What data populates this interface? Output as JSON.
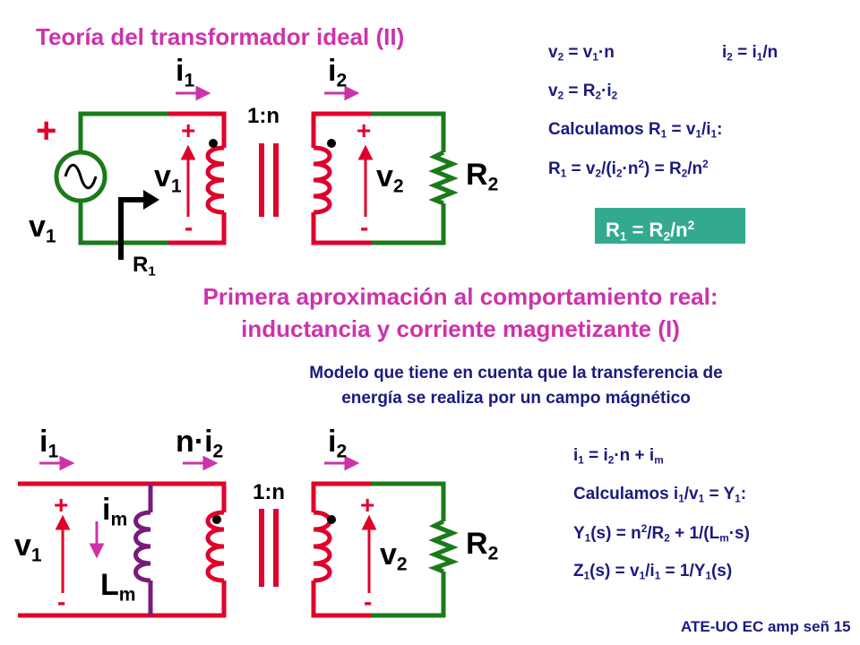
{
  "title": "Teoría del transformador ideal (II)",
  "top_equations": {
    "eq1_left": [
      "v",
      "2",
      " = v",
      "1",
      "·n"
    ],
    "eq1_right": [
      "i",
      "2",
      " = i",
      "1",
      "/n"
    ],
    "eq2": [
      "v",
      "2",
      " = R",
      "2",
      "·i",
      "2"
    ],
    "eq3": [
      "Calculamos R",
      "1",
      " = v",
      "1",
      "/i",
      "1",
      ":"
    ],
    "eq4": [
      "R",
      "1",
      " = v",
      "2",
      "/(i",
      "2",
      "·n",
      "2",
      ") = R",
      "2",
      "/n",
      "2"
    ],
    "result": [
      "R",
      "1",
      " = R",
      "2",
      "/n",
      "2"
    ]
  },
  "circuit1": {
    "source_label": "v",
    "source_sub": "1",
    "source_plus": "+",
    "i1": "i",
    "i1_sub": "1",
    "i2": "i",
    "i2_sub": "2",
    "v1": "v",
    "v1_sub": "1",
    "v2": "v",
    "v2_sub": "2",
    "R2": "R",
    "R2_sub": "2",
    "R1": "R",
    "R1_sub": "1",
    "ratio": "1:n",
    "plus": "+",
    "minus": "-"
  },
  "section_heading_line1": "Primera aproximación al comportamiento real:",
  "section_heading_line2": "inductancia y corriente magnetizante  (I)",
  "description_line1": "Modelo que tiene en cuenta que la transferencia de",
  "description_line2": "energía se realiza por un campo mágnético",
  "circuit2": {
    "i1": "i",
    "i1_sub": "1",
    "ni2": "n·i",
    "ni2_sub": "2",
    "i2": "i",
    "i2_sub": "2",
    "im": "i",
    "im_sub": "m",
    "Lm": "L",
    "Lm_sub": "m",
    "v1": "v",
    "v1_sub": "1",
    "v2": "v",
    "v2_sub": "2",
    "R2": "R",
    "R2_sub": "2",
    "ratio": "1:n",
    "plus": "+",
    "minus": "-"
  },
  "bottom_equations": {
    "eq1": [
      "i",
      "1",
      " = i",
      "2",
      "·n + i",
      "m"
    ],
    "eq2": [
      "Calculamos i",
      "1",
      "/v",
      "1",
      " = Y",
      "1",
      ":"
    ],
    "eq3": [
      "Y",
      "1",
      "(s) = n",
      "2",
      "/R",
      "2",
      " + 1/(L",
      "m",
      "·s)"
    ],
    "eq4": [
      "Z",
      "1",
      "(s) = v",
      "1",
      "/i",
      "1",
      " = 1/Y",
      "1",
      "(s)"
    ]
  },
  "footer": "ATE-UO EC amp señ 15",
  "colors": {
    "magenta": "#cc33aa",
    "navy": "#1a1a80",
    "red": "#e0002b",
    "green": "#1a7a1a",
    "purple": "#7a1a7a",
    "teal": "#33aa8f"
  }
}
